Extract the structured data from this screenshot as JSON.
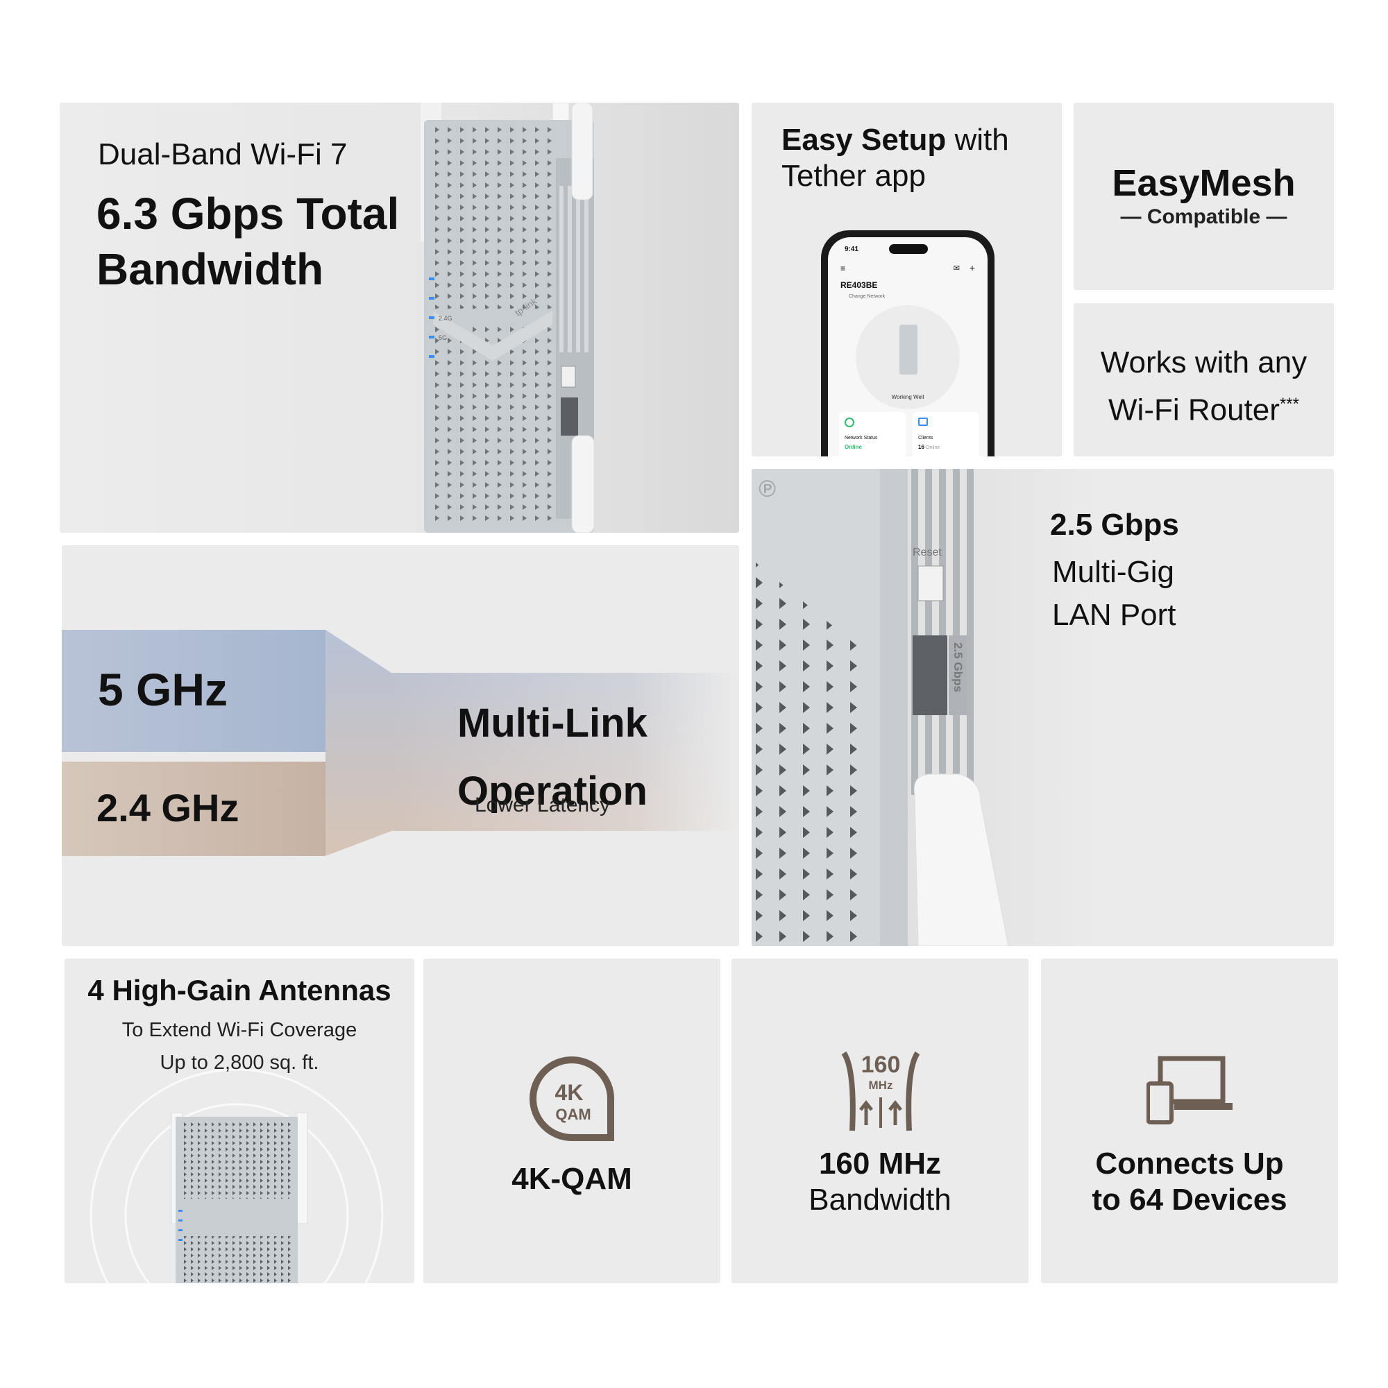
{
  "colors": {
    "tile_bg": "#ebebeb",
    "icon_brown": "#6e5f55",
    "device_gray": "#c9ced2"
  },
  "bandwidth": {
    "subtitle": "Dual-Band Wi-Fi 7",
    "title": "6.3 Gbps Total Bandwidth"
  },
  "tether": {
    "bold": "Easy Setup",
    "rest": " with",
    "line2": "Tether app",
    "phone": {
      "time": "9:41",
      "model": "RE403BE",
      "change": "Change Network",
      "status": "Working Well",
      "card1_label": "Network Status",
      "card1_value": "Online",
      "card2_label": "Clients",
      "card2_value": "16",
      "card2_suffix": "Online"
    }
  },
  "easymesh": {
    "title": "EasyMesh",
    "subtitle": "— Compatible —"
  },
  "router": {
    "line1": "Works with any",
    "line2": "Wi-Fi Router",
    "mark": "***"
  },
  "mlo": {
    "band1": "5 GHz",
    "band2": "2.4 GHz",
    "title1": "Multi-Link",
    "title2": "Operation",
    "subtitle": "Lower Latency"
  },
  "lan": {
    "speed": "2.5 Gbps",
    "line2": "Multi-Gig",
    "line3": "LAN Port",
    "port_label": "2.5 Gbps",
    "reset_label": "Reset"
  },
  "antennas": {
    "title": "4 High-Gain Antennas",
    "line1": "To Extend Wi-Fi Coverage",
    "line2": "Up to 2,800 sq. ft."
  },
  "qam": {
    "icon_top": "4K",
    "icon_bottom": "QAM",
    "caption": "4K-QAM"
  },
  "mhz": {
    "icon_num": "160",
    "icon_unit": "MHz",
    "caption1": "160 MHz",
    "caption2": "Bandwidth"
  },
  "devices": {
    "caption1": "Connects Up",
    "caption2": "to 64 Devices"
  },
  "led_labels": [
    "2.4G",
    "5G"
  ],
  "brand": "tp-link"
}
